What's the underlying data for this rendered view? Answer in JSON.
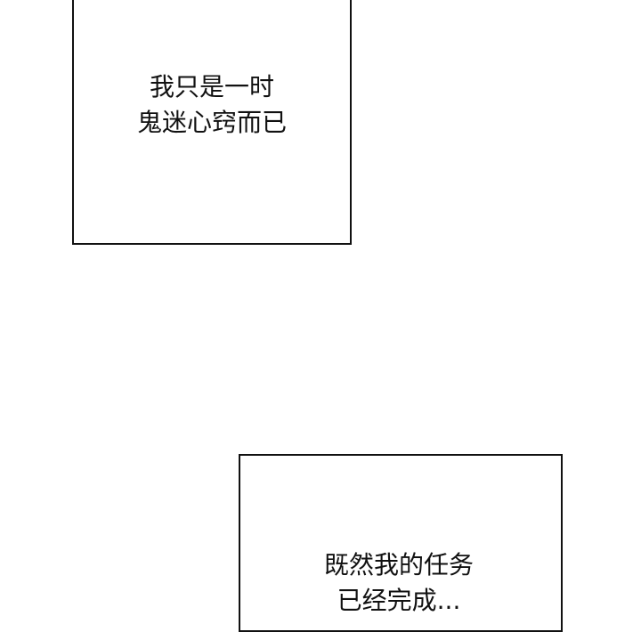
{
  "panels": [
    {
      "caption_lines": [
        "我只是一时",
        "鬼迷心窍而已"
      ]
    },
    {
      "caption_lines": [
        "既然我的任务",
        "已经完成..."
      ]
    }
  ],
  "colors": {
    "background": "#ffffff",
    "border": "#111111",
    "text": "#111111"
  }
}
